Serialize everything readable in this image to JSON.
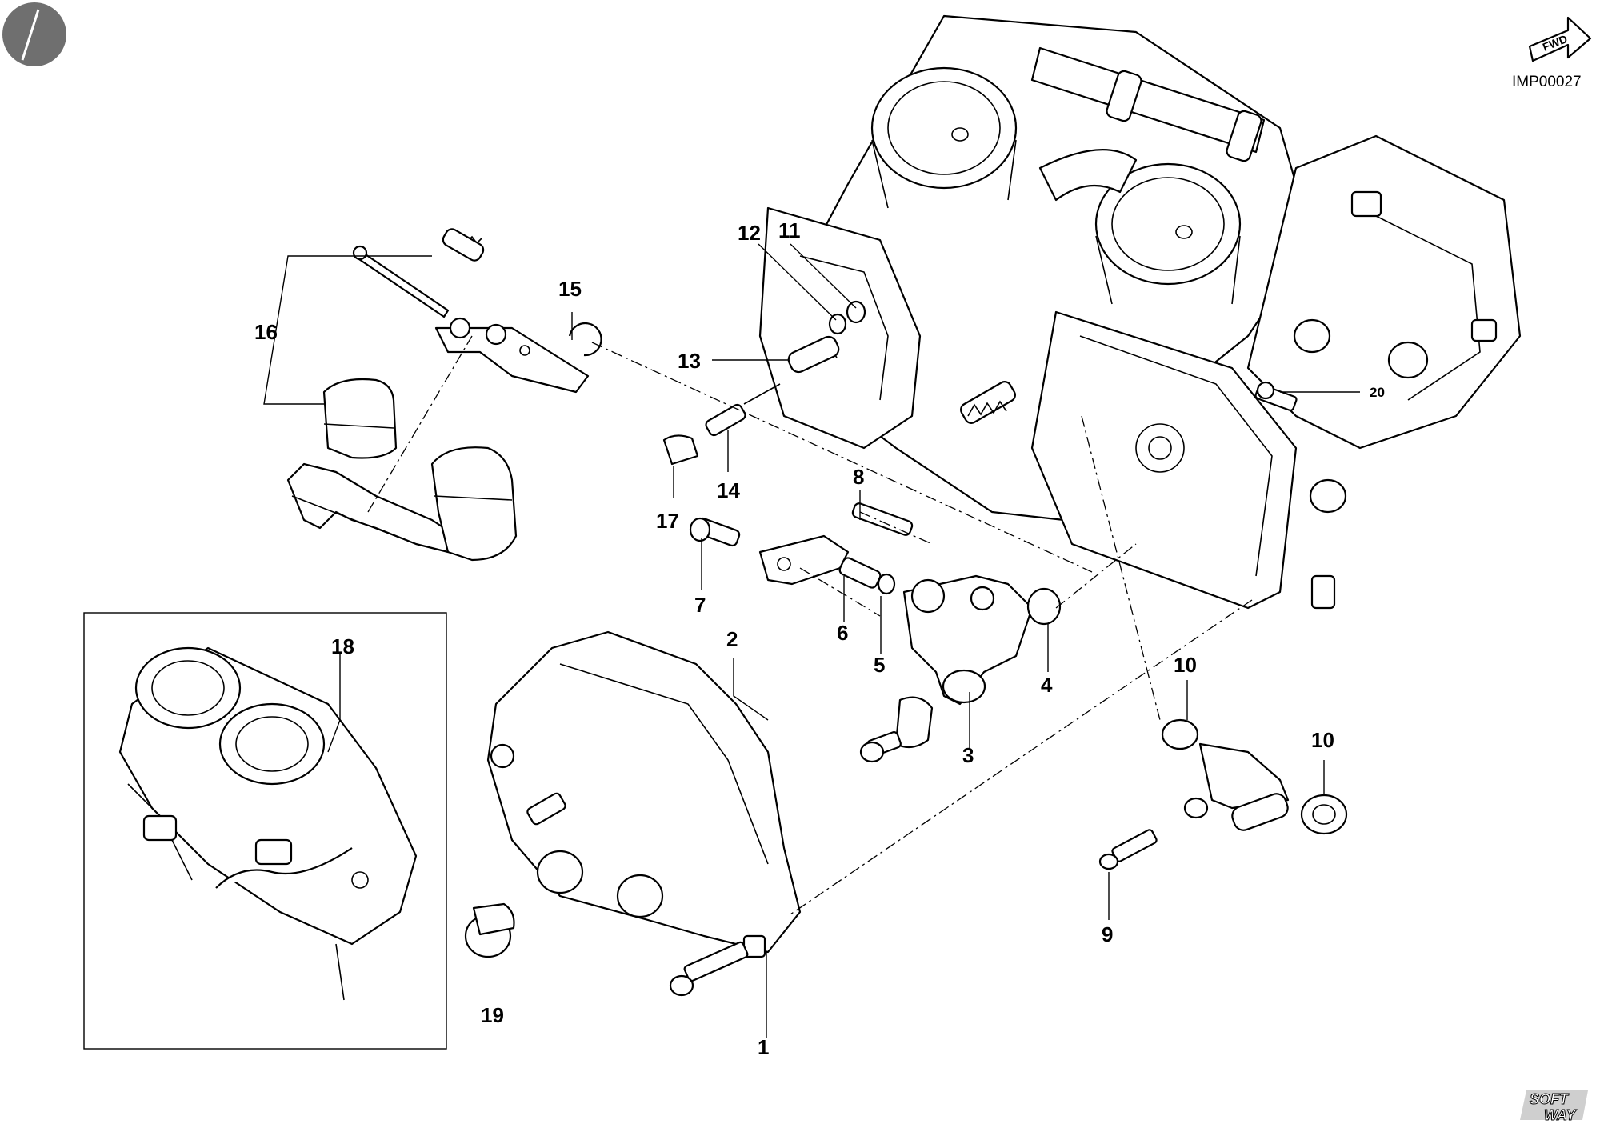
{
  "drawing_code": "IMP00027",
  "direction_marker": "FWD",
  "publisher_logo": {
    "line1": "SOFT",
    "line2": "WAY"
  },
  "callouts": [
    {
      "id": "c1",
      "text": "1"
    },
    {
      "id": "c2",
      "text": "2"
    },
    {
      "id": "c3",
      "text": "3"
    },
    {
      "id": "c4",
      "text": "4"
    },
    {
      "id": "c5",
      "text": "5"
    },
    {
      "id": "c6",
      "text": "6"
    },
    {
      "id": "c7",
      "text": "7"
    },
    {
      "id": "c8",
      "text": "8"
    },
    {
      "id": "c9",
      "text": "9"
    },
    {
      "id": "c10a",
      "text": "10"
    },
    {
      "id": "c10b",
      "text": "10"
    },
    {
      "id": "c11",
      "text": "11"
    },
    {
      "id": "c12",
      "text": "12"
    },
    {
      "id": "c13",
      "text": "13"
    },
    {
      "id": "c14",
      "text": "14"
    },
    {
      "id": "c15",
      "text": "15"
    },
    {
      "id": "c16",
      "text": "16"
    },
    {
      "id": "c17",
      "text": "17"
    },
    {
      "id": "c18",
      "text": "18"
    },
    {
      "id": "c19",
      "text": "19"
    },
    {
      "id": "c20",
      "text": "20"
    }
  ]
}
